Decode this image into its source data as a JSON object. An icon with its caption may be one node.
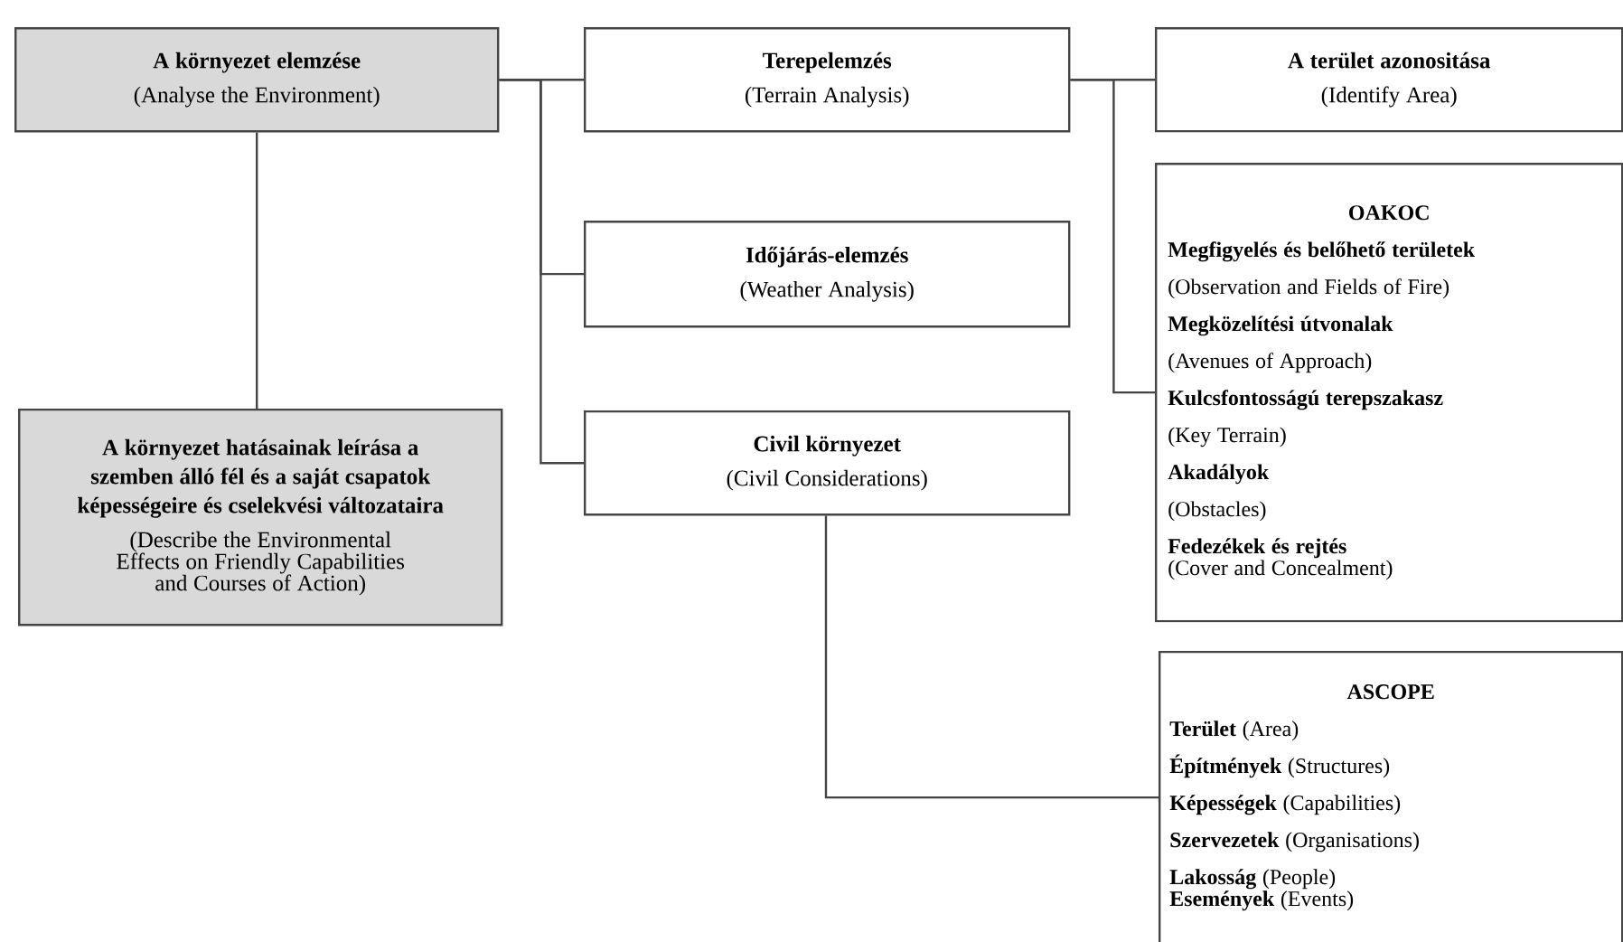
{
  "diagram": {
    "nodes": [
      {
        "text": [
          "A környezet elemzése",
          "(Analyse the Environment)"
        ]
      },
      {
        "text": [
          "A környezet hatásainak leírása a szemben álló fél és a saját csapatok képességeire és cselekvési változataira",
          "(Describe the Environmental Effects on Friendly Capabilities and Courses of Action)"
        ]
      },
      {
        "text": [
          "Terepelemzés",
          "(Terrain Analysis)"
        ]
      },
      {
        "text": [
          "Időjárás-elemzés",
          "(Weather Analysis)"
        ]
      },
      {
        "text": [
          "Civil környezet",
          "(Civil Considerations)"
        ]
      },
      {
        "text": [
          "A terület azonositása",
          "(Identify Area)"
        ]
      },
      {
        "text": [
          "OAKOC",
          "Megfigyelés és belőhető területek",
          "(Observation and Fields of Fire)",
          "Megközelítési útvonalak",
          "(Avenues of Approach)",
          "Kulcsfontosságú terepszakasz",
          "(Key Terrain)",
          "Akadályok",
          "(Obstacles)",
          "Fedezékek és rejtés",
          "(Cover and Concealment)"
        ]
      },
      {
        "text": [
          "ASCOPE",
          "**Terület** (Area)",
          "**Építmények** (Structures)",
          "**Képességek** (Capabilities)",
          "**Szervezetek** (Organisations)",
          "**Lakosság** (People)",
          "**Események** (Events)"
        ]
      }
    ],
    "edges": [
      {
        "from": 0,
        "to": 1,
        "arrow": "none"
      },
      {
        "from": 0,
        "to": 2,
        "arrow": "none"
      },
      {
        "from": 0,
        "to": 3,
        "arrow": "none"
      },
      {
        "from": 0,
        "to": 4,
        "arrow": "none"
      },
      {
        "from": 2,
        "to": 5,
        "arrow": "none"
      },
      {
        "from": 2,
        "to": 6,
        "arrow": "none"
      },
      {
        "from": 4,
        "to": 7,
        "arrow": "none"
      }
    ]
  }
}
